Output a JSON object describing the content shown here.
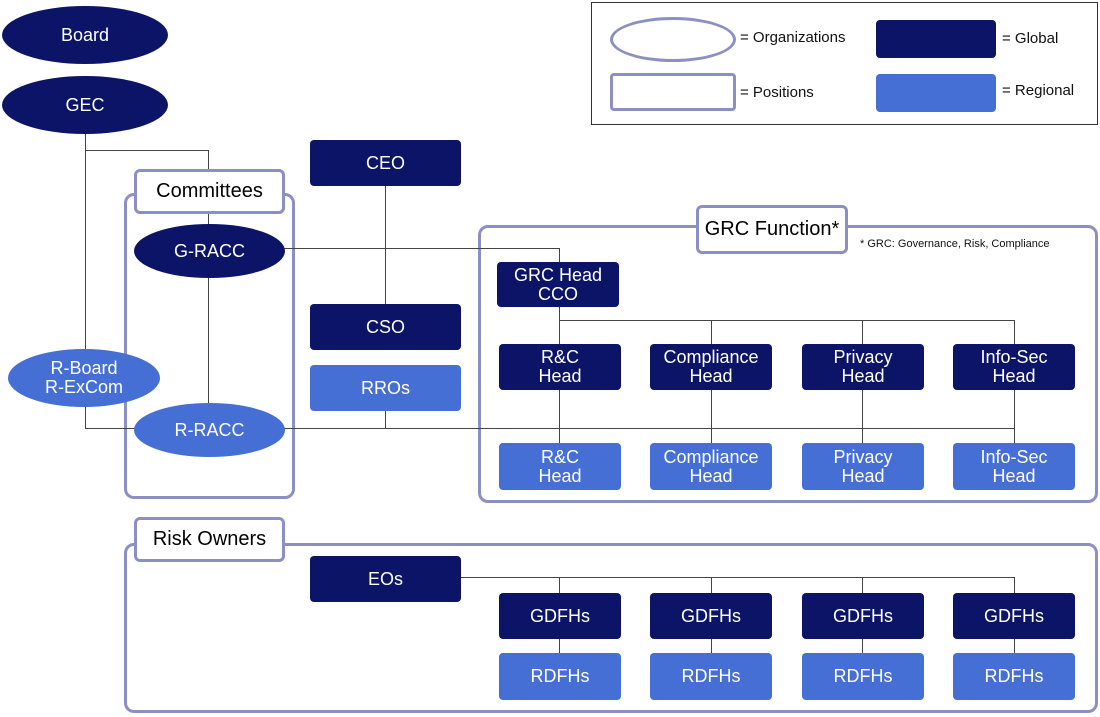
{
  "legend": {
    "organizations": "= Organizations",
    "positions": "=  Positions",
    "global": "= Global",
    "regional": "= Regional"
  },
  "colors": {
    "global": "#0c1468",
    "regional": "#456fd5",
    "frame": "#8c8fc4"
  },
  "nodes": {
    "board": "Board",
    "gec": "GEC",
    "ceo": "CEO",
    "cso": "CSO",
    "rros": "RROs",
    "g_racc": "G-RACC",
    "r_racc": "R-RACC",
    "r_board": "R-Board\nR-ExCom",
    "grc_head": "GRC Head\nCCO",
    "eos": "EOs"
  },
  "groups": {
    "committees": "Committees",
    "grc_function": "GRC Function*",
    "grc_footnote": "* GRC: Governance, Risk, Compliance",
    "risk_owners": "Risk Owners"
  },
  "grc_heads_global": [
    "R&C\nHead",
    "Compliance\nHead",
    "Privacy\nHead",
    "Info-Sec\nHead"
  ],
  "grc_heads_regional": [
    "R&C\nHead",
    "Compliance\nHead",
    "Privacy\nHead",
    "Info-Sec\nHead"
  ],
  "risk_owners_global": [
    "GDFHs",
    "GDFHs",
    "GDFHs",
    "GDFHs"
  ],
  "risk_owners_regional": [
    "RDFHs",
    "RDFHs",
    "RDFHs",
    "RDFHs"
  ]
}
